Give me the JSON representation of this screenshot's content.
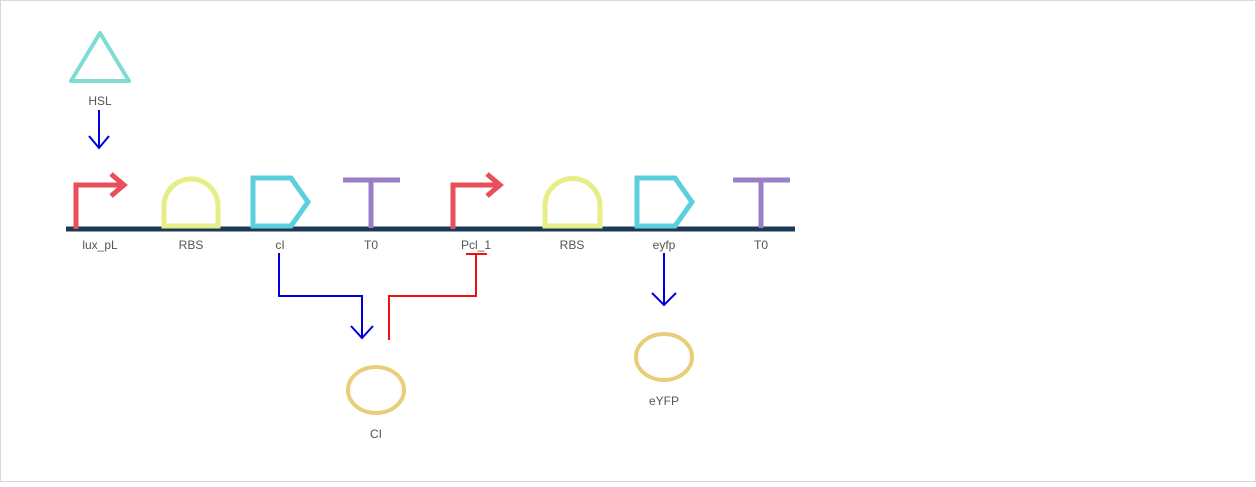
{
  "colors": {
    "promoter": "#e84f58",
    "rbs": "#e6ee86",
    "cds": "#5ccfdf",
    "terminator": "#9b7fc6",
    "backbone": "#1c3a57",
    "small_molecule": "#7fdcd2",
    "protein": "#e8cd7a",
    "activation": "#0000dd",
    "repression": "#ee1111",
    "label": "#555555"
  },
  "parts": [
    {
      "type": "promoter",
      "label": "lux_pL",
      "icon": "promoter-arrow-icon"
    },
    {
      "type": "rbs",
      "label": "RBS",
      "icon": "rbs-dome-icon"
    },
    {
      "type": "cds",
      "label": "cI",
      "icon": "cds-pentagon-icon"
    },
    {
      "type": "terminator",
      "label": "T0",
      "icon": "terminator-t-icon"
    },
    {
      "type": "promoter",
      "label": "Pcl_1",
      "icon": "promoter-arrow-icon"
    },
    {
      "type": "rbs",
      "label": "RBS",
      "icon": "rbs-dome-icon"
    },
    {
      "type": "cds",
      "label": "eyfp",
      "icon": "cds-pentagon-icon"
    },
    {
      "type": "terminator",
      "label": "T0",
      "icon": "terminator-t-icon"
    }
  ],
  "molecules": [
    {
      "id": "hsl",
      "type": "small_molecule",
      "label": "HSL",
      "icon": "triangle-icon"
    },
    {
      "id": "ci",
      "type": "protein",
      "label": "CI",
      "icon": "ellipse-icon"
    },
    {
      "id": "eyfp",
      "type": "protein",
      "label": "eYFP",
      "icon": "ellipse-icon"
    }
  ],
  "interactions": [
    {
      "from": "HSL",
      "to": "lux_pL",
      "kind": "activation"
    },
    {
      "from": "cI",
      "to": "CI",
      "kind": "production"
    },
    {
      "from": "CI",
      "to": "Pcl_1",
      "kind": "repression"
    },
    {
      "from": "eyfp",
      "to": "eYFP",
      "kind": "production"
    }
  ]
}
